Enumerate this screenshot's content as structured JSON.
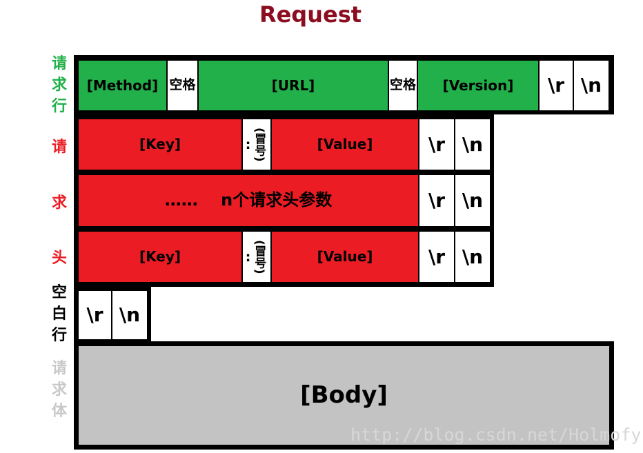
{
  "title": "Request",
  "side_labels": {
    "request_line": [
      "请",
      "求",
      "行"
    ],
    "headers": [
      "请",
      "求",
      "头"
    ],
    "blank_line": [
      "空",
      "白",
      "行"
    ],
    "body": [
      "请",
      "求",
      "体"
    ]
  },
  "request_line": {
    "method": "[Method]",
    "space1": "空格",
    "url": "[URL]",
    "space2": "空格",
    "version": "[Version]",
    "cr": "\\r",
    "lf": "\\n"
  },
  "header_rows": [
    {
      "key": "[Key]",
      "colon": ":",
      "colon_note": "(冒号)",
      "value": "[Value]",
      "cr": "\\r",
      "lf": "\\n"
    },
    {
      "middle": "……    n个请求头参数",
      "cr": "\\r",
      "lf": "\\n"
    },
    {
      "key": "[Key]",
      "colon": ":",
      "colon_note": "(冒号)",
      "value": "[Value]",
      "cr": "\\r",
      "lf": "\\n"
    }
  ],
  "blank_line": {
    "cr": "\\r",
    "lf": "\\n"
  },
  "body": {
    "label": "[Body]"
  },
  "watermark": "http://blog.csdn.net/Holmofy",
  "colors": {
    "green": "#22b04a",
    "red": "#ec1c24",
    "gray": "#c3c3c3",
    "title": "#8b0d1f"
  }
}
